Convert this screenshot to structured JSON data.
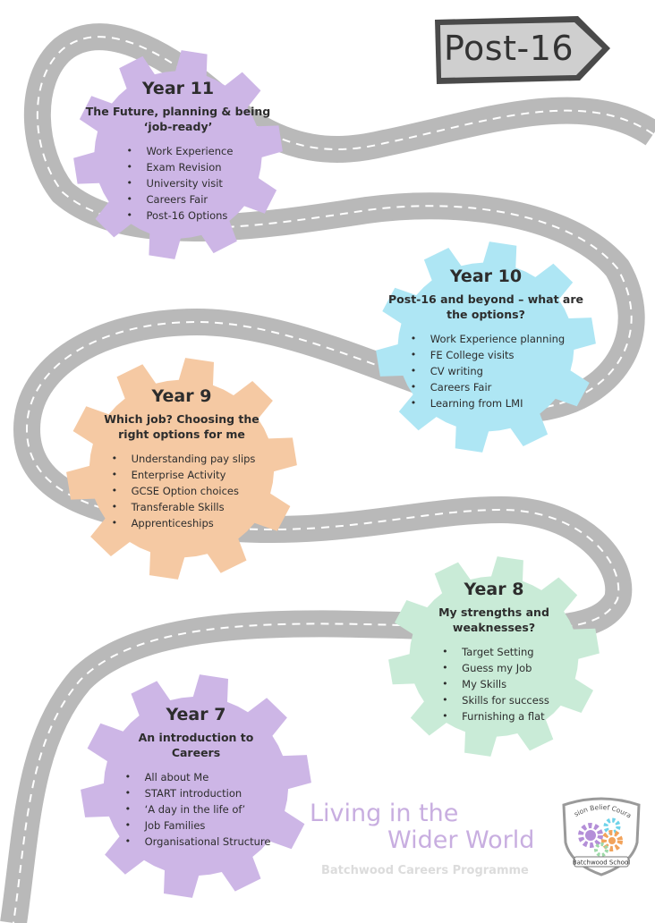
{
  "sign": {
    "label": "Post-16"
  },
  "stages": [
    {
      "title": "Year 11",
      "subtitle": [
        "The Future, planning & being",
        "‘job-ready’"
      ],
      "items": [
        "Work Experience",
        "Exam Revision",
        "University visit",
        "Careers Fair",
        "Post-16 Options"
      ],
      "color": "#cdb6e6"
    },
    {
      "title": "Year 10",
      "subtitle": [
        "Post-16 and beyond – what are",
        "the options?"
      ],
      "items": [
        "Work Experience planning",
        "FE College visits",
        "CV writing",
        "Careers Fair",
        "Learning from LMI"
      ],
      "color": "#aee6f4"
    },
    {
      "title": "Year 9",
      "subtitle": [
        "Which job? Choosing the",
        "right options for me"
      ],
      "items": [
        "Understanding pay slips",
        "Enterprise Activity",
        "GCSE Option choices",
        "Transferable Skills",
        "Apprenticeships"
      ],
      "color": "#f5c9a3"
    },
    {
      "title": "Year 8",
      "subtitle": [
        "My strengths and",
        "weaknesses?"
      ],
      "items": [
        "Target Setting",
        "Guess my Job",
        "My Skills",
        "Skills for success",
        "Furnishing a flat"
      ],
      "color": "#c9ebd7"
    },
    {
      "title": "Year 7",
      "subtitle": [
        "An introduction to",
        "Careers"
      ],
      "items": [
        "All about Me",
        "START introduction",
        "‘A day in the life of’",
        "Job Families",
        "Organisational Structure"
      ],
      "color": "#cdb6e6"
    }
  ],
  "branding": {
    "line1": "Living in the",
    "line2": "Wider World",
    "programme": "Batchwood Careers Programme"
  },
  "logo": {
    "motto": "Passion Belief Courage",
    "school": "Batchwood School"
  },
  "colors": {
    "road": "#b9b9b9",
    "road_markings": "#ffffff",
    "brand_text": "#c8aee0",
    "logo_gear_purple": "#b48fd8",
    "logo_gear_cyan": "#6fd3ea",
    "logo_gear_orange": "#f2a35b",
    "logo_gear_green": "#9ed9a8"
  }
}
